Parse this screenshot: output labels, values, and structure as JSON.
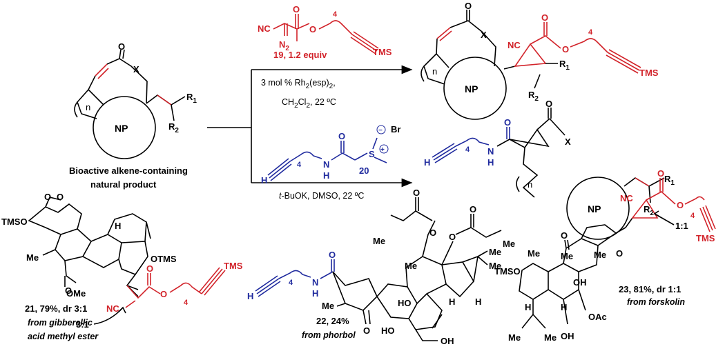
{
  "colors": {
    "red": "#d2232a",
    "blue": "#1f2a9e",
    "black": "#000000"
  },
  "labels": {
    "bioactive_line1": "Bioactive alkene-containing",
    "bioactive_line2": "natural product",
    "np": "NP",
    "x": "X",
    "n": "n",
    "r1": "R",
    "r1_sub": "1",
    "r2": "R",
    "r2_sub": "2",
    "o": "O",
    "nc": "NC",
    "n2": "N",
    "n2_sub": "2",
    "tms": "TMS",
    "four": "4",
    "h": "H",
    "nh": "N",
    "s": "S",
    "br": "Br"
  },
  "reagent19": "19, 1.2 equiv",
  "reagent20": "20",
  "cond1_line1_a": "3 mol % Rh",
  "cond1_line1_sub1": "2",
  "cond1_line1_b": "(esp)",
  "cond1_line1_sub2": "2",
  "cond1_line1_c": ",",
  "cond1_line2_a": "CH",
  "cond1_line2_sub1": "2",
  "cond1_line2_b": "Cl",
  "cond1_line2_sub2": "2",
  "cond1_line2_c": ", 22 ºC",
  "cond2_a": "t",
  "cond2_b": "-BuOK, DMSO, 22 ºC",
  "c21": {
    "tmso": "TMSO",
    "otms": "OTMS",
    "me": "Me",
    "ome": "OMe",
    "label": "21, 79%, dr 3:1",
    "from1": "from gibberellic",
    "from2": "acid methyl ester",
    "ratio": "3:1"
  },
  "c22": {
    "label": "22, 24%",
    "from": "from phorbol",
    "me": "Me",
    "ho": "HO",
    "oh": "OH"
  },
  "c23": {
    "tmso": "TMSO",
    "me": "Me",
    "oh": "OH",
    "oac": "OAc",
    "label": "23, 81%, dr 1:1",
    "from": "from forskolin",
    "ratio": "1:1"
  }
}
